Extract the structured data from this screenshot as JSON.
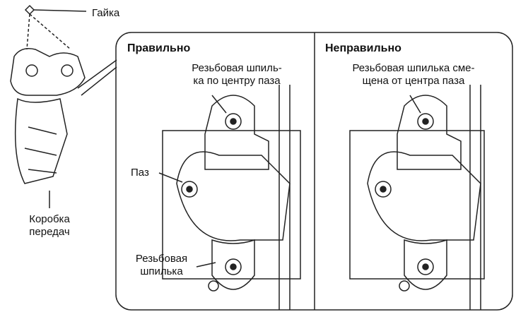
{
  "labels": {
    "nut": "Гайка",
    "transmission_line1": "Коробка",
    "transmission_line2": "передач",
    "correct": "Правильно",
    "incorrect": "Неправильно",
    "correct_caption_line1": "Резьбовая шпиль-",
    "correct_caption_line2": "ка по центру паза",
    "incorrect_caption_line1": "Резьбовая шпилька сме-",
    "incorrect_caption_line2": "щена от центра паза",
    "slot": "Паз",
    "stud_line1": "Резьбовая",
    "stud_line2": "шпилька"
  }
}
